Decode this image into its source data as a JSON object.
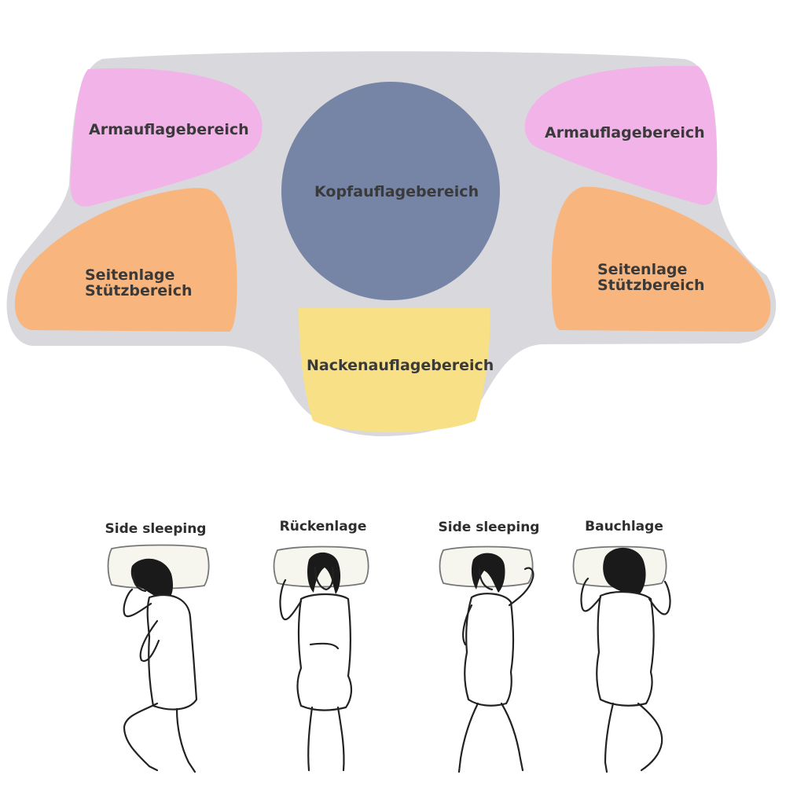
{
  "colors": {
    "pillow_body": "#d9d8dd",
    "arm_zone": "#f2b3e8",
    "side_zone": "#f8b67e",
    "head_zone": "#7685a5",
    "neck_zone": "#f7e085"
  },
  "zones": {
    "arm_left": "Armauflagebereich",
    "arm_right": "Armauflagebereich",
    "head": "Kopfauflagebereich",
    "side_left_line1": "Seitenlage",
    "side_left_line2": "Stützbereich",
    "side_right_line1": "Seitenlage",
    "side_right_line2": "Stützbereich",
    "neck": "Nackenauflagebereich"
  },
  "poses": [
    {
      "label": "Side sleeping",
      "figure": "side-sleeping-woman-figure"
    },
    {
      "label": "Rückenlage",
      "figure": "back-sleeping-woman-figure"
    },
    {
      "label": "Side sleeping",
      "figure": "side-sleeping-woman-figure"
    },
    {
      "label": "Bauchlage",
      "figure": "stomach-sleeping-woman-figure"
    }
  ]
}
